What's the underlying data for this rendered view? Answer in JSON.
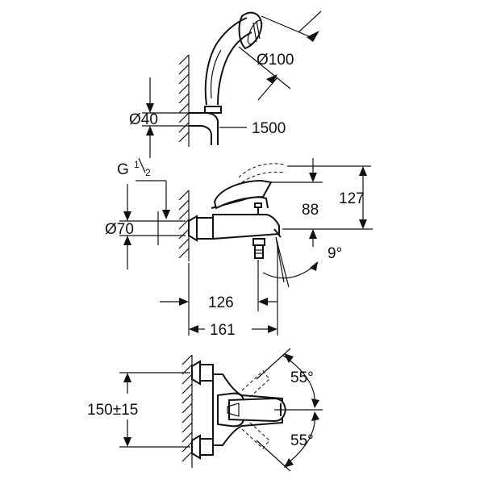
{
  "labels": {
    "handshower_diameter": "Ø100",
    "holder_diameter": "Ø40",
    "hose_length": "1500",
    "thread_g": "G",
    "thread_num": "1",
    "thread_den": "2",
    "spout_height_88": "88",
    "total_height_127": "127",
    "flange_diameter": "Ø70",
    "spout_angle": "9°",
    "projection_126": "126",
    "projection_161": "161",
    "lever_angle_top": "55°",
    "lever_angle_bottom": "55°",
    "centers": "150±15"
  }
}
